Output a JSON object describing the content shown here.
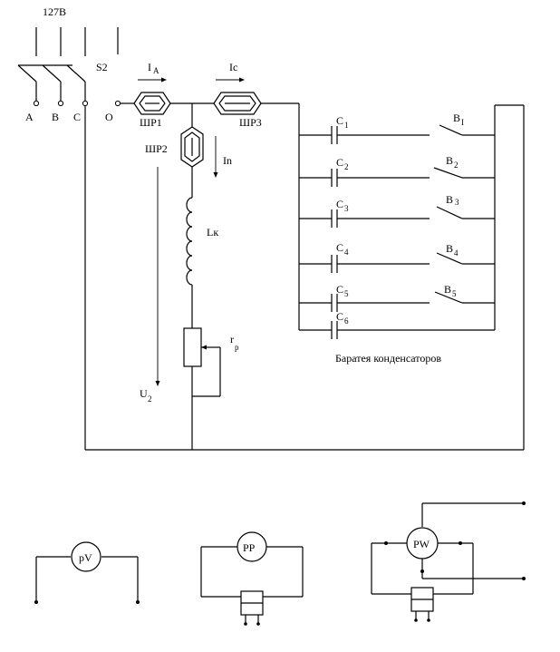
{
  "supply": {
    "voltage": "127В",
    "phases": [
      "A",
      "B",
      "C"
    ],
    "neutral": "O",
    "switch": "S2"
  },
  "currents": {
    "ia_main": "I",
    "ia_sub": "A",
    "ic": "Ic",
    "in": "In"
  },
  "plugs": {
    "p1": "ШР1",
    "p2": "ШР2",
    "p3": "ШР3"
  },
  "components": {
    "inductor": "Lк",
    "resistor_main": "r",
    "resistor_sub": "р",
    "voltage_main": "U",
    "voltage_sub": "2"
  },
  "capacitors": [
    {
      "main": "C",
      "sub": "1"
    },
    {
      "main": "C",
      "sub": "2"
    },
    {
      "main": "C",
      "sub": "3"
    },
    {
      "main": "C",
      "sub": "4"
    },
    {
      "main": "C",
      "sub": "5"
    },
    {
      "main": "C",
      "sub": "6"
    }
  ],
  "switches": [
    {
      "main": "B",
      "sub": "I"
    },
    {
      "main": "B",
      "sub": "2"
    },
    {
      "main": "B",
      "sub": "3"
    },
    {
      "main": "B",
      "sub": "4"
    },
    {
      "main": "B",
      "sub": "5"
    }
  ],
  "bank_label": "Баратея конденсаторов",
  "meters": {
    "voltmeter": "pV",
    "phasemeter": "PP",
    "wattmeter": "PW"
  }
}
